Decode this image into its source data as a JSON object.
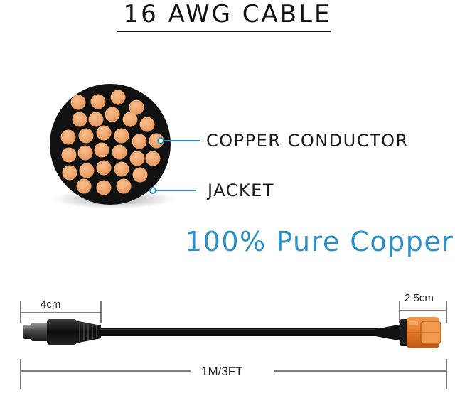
{
  "title": "16 AWG CABLE",
  "labels": {
    "conductor": "COPPER CONDUCTOR",
    "jacket": "JACKET"
  },
  "tagline": "100% Pure Copper",
  "dimensions": {
    "connector_left": "4cm",
    "connector_right": "2.5cm",
    "length": "1M/3FT"
  },
  "colors": {
    "copper": "#f0a56a",
    "jacket": "#121212",
    "accent": "#2a92c8",
    "connector": "#e87a2a"
  }
}
